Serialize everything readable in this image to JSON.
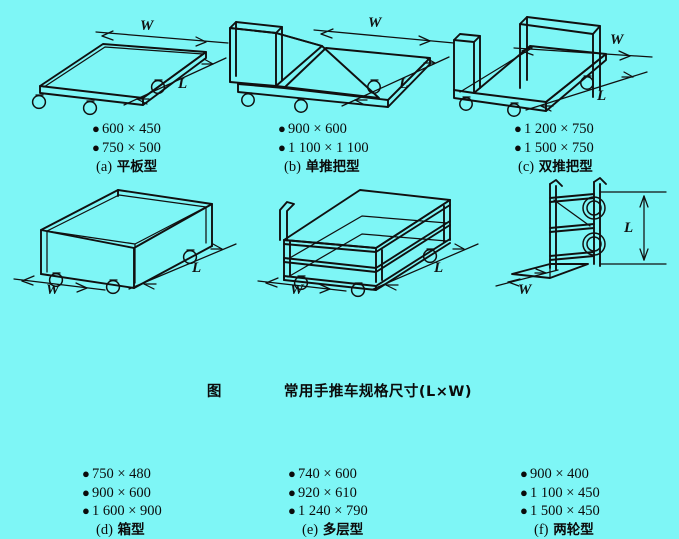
{
  "figure": {
    "caption_tag": "图",
    "caption_title": "常用手推车规格尺寸(L×W)",
    "background_color": "#7ef6f6",
    "ink_color": "#101010"
  },
  "dimension_labels": {
    "width": "W",
    "length": "L"
  },
  "panels": [
    {
      "id": "a",
      "tag": "(a)",
      "name": "平板型",
      "caption": "(a) 平板型",
      "type_en": "flat-platform-cart",
      "dimension_marks": [
        "W",
        "L"
      ],
      "wheels": 4,
      "specs": [
        "600 × 450",
        "750 × 500"
      ]
    },
    {
      "id": "b",
      "tag": "(b)",
      "name": "单推把型",
      "caption": "(b) 单推把型",
      "type_en": "single-handle-cart",
      "dimension_marks": [
        "W",
        "L"
      ],
      "wheels": 4,
      "specs": [
        "900 × 600",
        "1 100 × 1 100"
      ]
    },
    {
      "id": "c",
      "tag": "(c)",
      "name": "双推把型",
      "caption": "(c) 双推把型",
      "type_en": "double-handle-cart",
      "dimension_marks": [
        "W",
        "L"
      ],
      "wheels": 4,
      "specs": [
        "1 200 × 750",
        "1 500 × 750"
      ]
    },
    {
      "id": "d",
      "tag": "(d)",
      "name": "箱型",
      "caption": "(d) 箱型",
      "type_en": "box-cart",
      "dimension_marks": [
        "W",
        "L"
      ],
      "wheels": 4,
      "specs": [
        "750 × 480",
        "900 × 600",
        "1 600 × 900"
      ]
    },
    {
      "id": "e",
      "tag": "(e)",
      "name": "多层型",
      "caption": "(e) 多层型",
      "type_en": "multi-shelf-cart",
      "dimension_marks": [
        "W",
        "L"
      ],
      "wheels": 4,
      "shelves": 3,
      "specs": [
        "740 × 600",
        "920 × 610",
        "1 240 × 790"
      ]
    },
    {
      "id": "f",
      "tag": "(f)",
      "name": "两轮型",
      "caption": "(f) 两轮型",
      "type_en": "two-wheel-hand-truck",
      "dimension_marks": [
        "W",
        "L"
      ],
      "wheels": 2,
      "specs": [
        "900 × 400",
        "1 100 × 450",
        "1 500 × 450"
      ]
    }
  ]
}
